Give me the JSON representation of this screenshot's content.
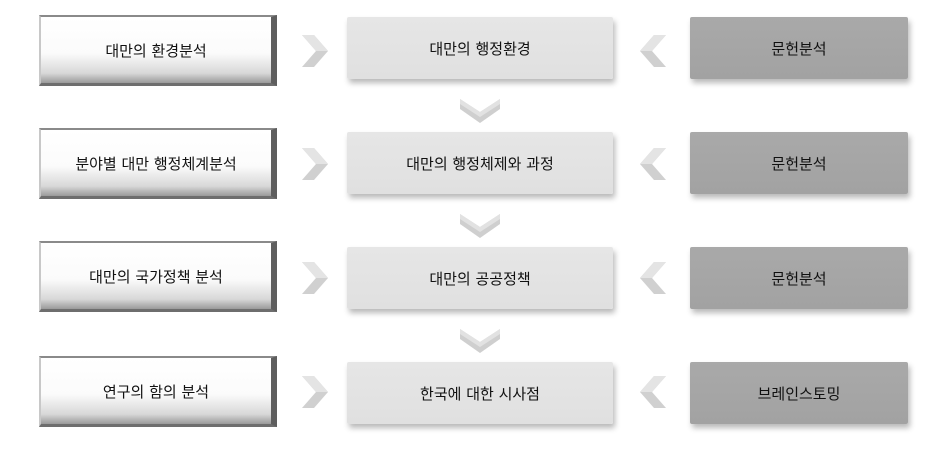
{
  "rows": [
    {
      "left": "대만의 환경분석",
      "middle": "대만의 행정환경",
      "right": "문헌분석"
    },
    {
      "left": "분야별 대만 행정체계분석",
      "middle": "대만의 행정체제와 과정",
      "right": "문헌분석"
    },
    {
      "left": "대만의 국가정책 분석",
      "middle": "대만의 공공정책",
      "right": "문헌분석"
    },
    {
      "left": "연구의 함의 분석",
      "middle": "한국에 대한 시사점",
      "right": "브레인스토밍"
    }
  ],
  "colors": {
    "middle_box": "#e3e3e3",
    "right_box": "#a6a6a6",
    "arrow": "#cfcfcf"
  }
}
